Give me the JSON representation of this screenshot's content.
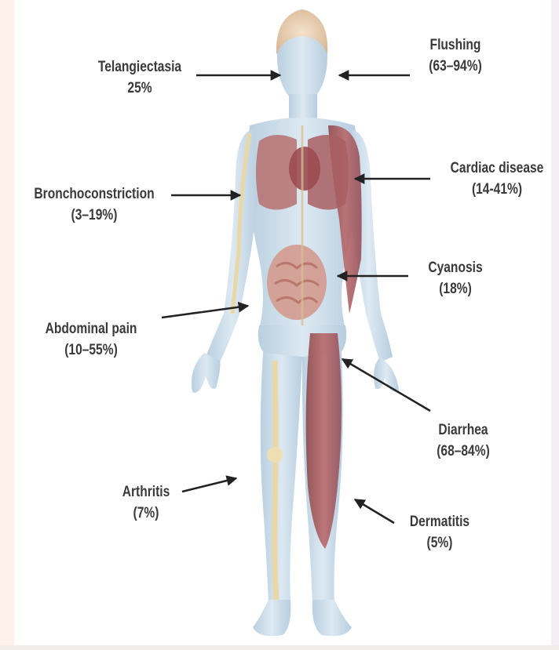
{
  "labels": {
    "telangiectasia": {
      "name": "Telangiectasia",
      "value": "25%"
    },
    "flushing": {
      "name": "Flushing",
      "value": "(63–94%)"
    },
    "cardiac": {
      "name": "Cardiac disease",
      "value": "(14-41%)"
    },
    "bronchoconstriction": {
      "name": "Bronchoconstriction",
      "value": "(3–19%)"
    },
    "cyanosis": {
      "name": "Cyanosis",
      "value": "(18%)"
    },
    "abdominal": {
      "name": "Abdominal pain",
      "value": "(10–55%)"
    },
    "diarrhea": {
      "name": "Diarrhea",
      "value": "(68–84%)"
    },
    "arthritis": {
      "name": "Arthritis",
      "value": "(7%)"
    },
    "dermatitis": {
      "name": "Dermatitis",
      "value": "(5%)"
    }
  },
  "colors": {
    "skin": "#c9dbe8",
    "muscle": "#a85d5c",
    "organ": "#b7706f",
    "brain": "#e8cfb3",
    "bone": "#e9d8a6",
    "arrow": "#222222",
    "text": "#3a3a3a"
  }
}
